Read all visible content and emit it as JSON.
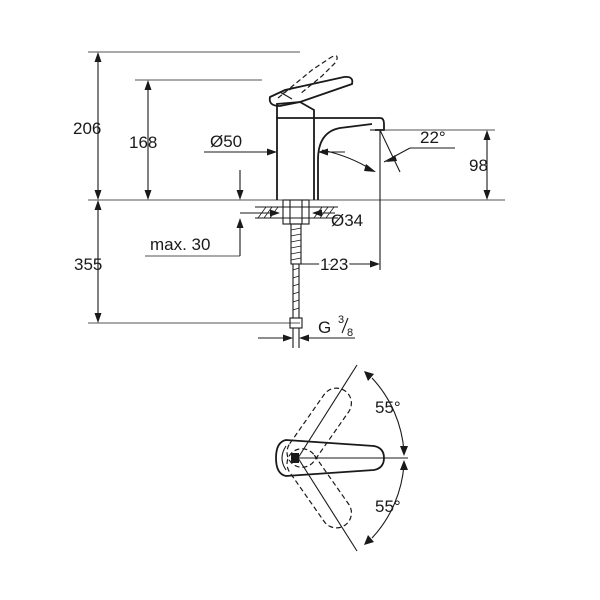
{
  "side_view": {
    "total_height": "206",
    "lever_height": "168",
    "body_diameter": "Ø50",
    "spout_angle": "22°",
    "spout_height": "98",
    "hole_diameter": "Ø34",
    "max_thickness": "max. 30",
    "below_counter": "355",
    "reach": "123",
    "connection": {
      "prefix": "G ",
      "num": "3",
      "den": "8"
    }
  },
  "top_view": {
    "angle_upper": "55°",
    "angle_lower": "55°"
  }
}
